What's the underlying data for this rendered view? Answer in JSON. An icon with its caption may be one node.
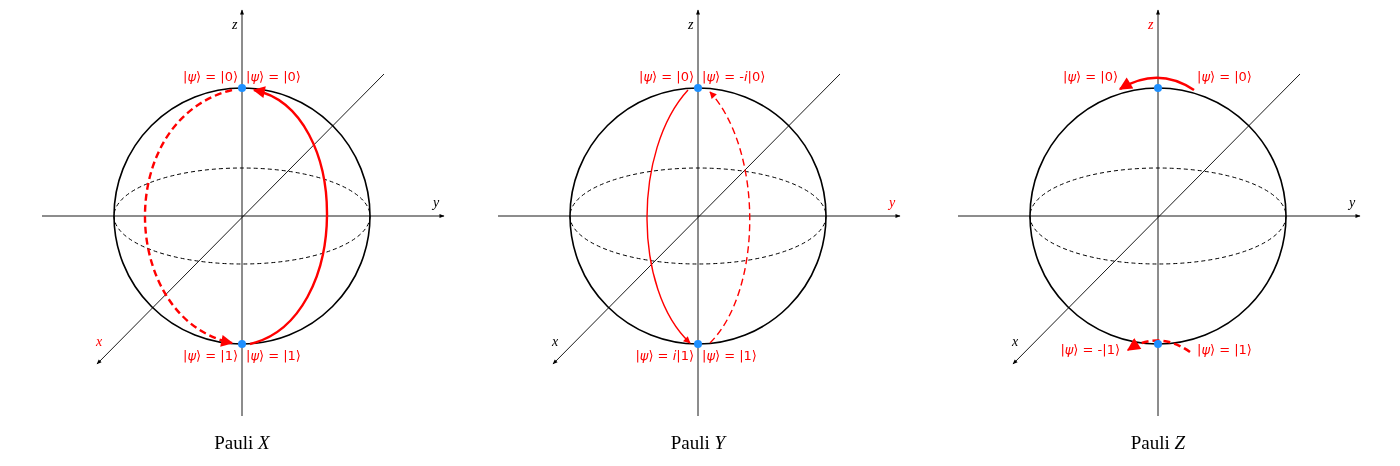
{
  "diagram": {
    "nodes": [
      {
        "text": [
          "|*ψ*⟩ = |0⟩"
        ]
      },
      {
        "text": [
          "|*ψ*⟩ = |0⟩"
        ]
      },
      {
        "text": [
          "|*ψ*⟩ = |1⟩"
        ]
      },
      {
        "text": [
          "|*ψ*⟩ = |1⟩"
        ]
      },
      {
        "text": [
          "|*ψ*⟩ = |0⟩"
        ]
      },
      {
        "text": [
          "|*ψ*⟩ = -*i*|0⟩"
        ]
      },
      {
        "text": [
          "|*ψ*⟩ = *i*|1⟩"
        ]
      },
      {
        "text": [
          "|*ψ*⟩ = |1⟩"
        ]
      },
      {
        "text": [
          "|*ψ*⟩ = |0⟩"
        ]
      },
      {
        "text": [
          "|*ψ*⟩ = |0⟩"
        ]
      },
      {
        "text": [
          "|*ψ*⟩ = -|1⟩"
        ]
      },
      {
        "text": [
          "|*ψ*⟩ = |1⟩"
        ]
      }
    ],
    "edges": [
      {
        "from": 3,
        "to": 1,
        "arrow": "to"
      },
      {
        "from": 0,
        "to": 2,
        "arrow": "to",
        "style": "dashed"
      },
      {
        "from": 4,
        "to": 6,
        "arrow": "to"
      },
      {
        "from": 7,
        "to": 5,
        "arrow": "to",
        "style": "dashed"
      },
      {
        "from": 9,
        "to": 8,
        "arrow": "to"
      },
      {
        "from": 11,
        "to": 10,
        "arrow": "to",
        "style": "dashed"
      }
    ],
    "labels": [
      "z",
      "y",
      "x",
      "Pauli *X*",
      "z",
      "y",
      "x",
      "Pauli *Y*",
      "z",
      "y",
      "x",
      "Pauli *Z*"
    ]
  }
}
